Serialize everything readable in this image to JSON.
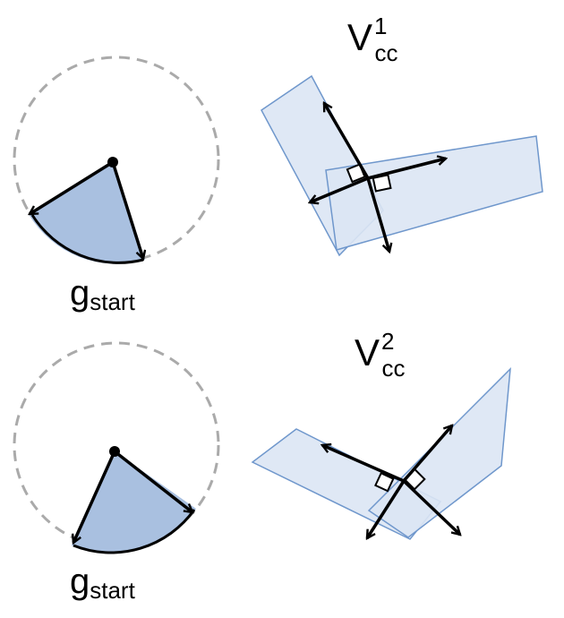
{
  "colors": {
    "sector_fill": "#a9c0e0",
    "region_fill": "#dce6f4",
    "region_stroke": "#6f97cc",
    "dashed_circle": "#aaaaaa",
    "ink": "#000000"
  },
  "top": {
    "g_label": {
      "base": "g",
      "sub": "start"
    },
    "v_label": {
      "base": "V",
      "sub": "cc",
      "sup": "1"
    }
  },
  "bottom": {
    "g_label": {
      "base": "g",
      "sub": "start"
    },
    "v_label": {
      "base": "V",
      "sub": "cc",
      "sup": "2"
    }
  }
}
